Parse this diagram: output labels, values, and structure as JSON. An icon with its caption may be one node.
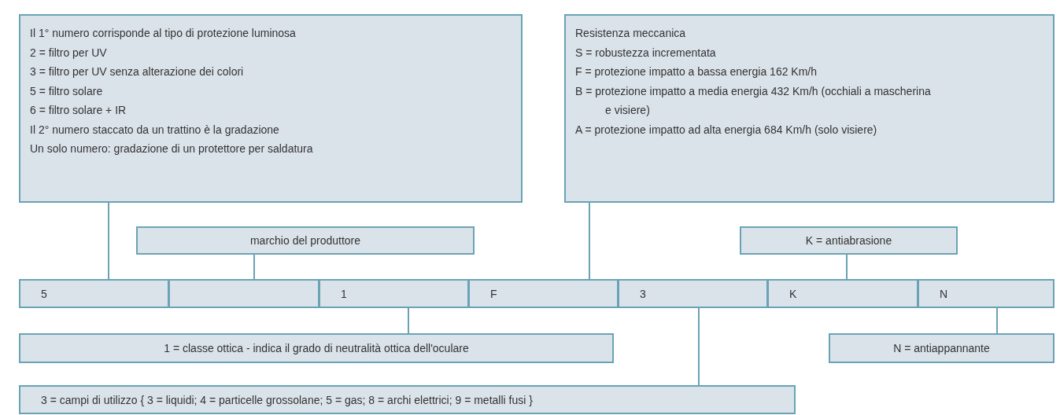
{
  "diagram": {
    "nodes": [
      {
        "text": [
          "Il 1° numero corrisponde al tipo di protezione luminosa",
          "2 = filtro per UV",
          "3 = filtro per UV senza alterazione dei colori",
          "5 = filtro solare",
          "6 = filtro solare + IR",
          "Il 2° numero staccato da un trattino è la gradazione",
          "Un solo numero: gradazione di un protettore per saldatura"
        ]
      },
      {
        "text": [
          "Resistenza meccanica",
          "S = robustezza incrementata",
          "F = protezione impatto a bassa energia 162 Km/h",
          "B = protezione impatto a media energia 432 Km/h (occhiali a mascherina e visiere)",
          "A = protezione impatto ad alta energia 684 Km/h (solo visiere)"
        ]
      },
      {
        "text": [
          "marchio del produttore"
        ]
      },
      {
        "text": [
          "K = antiabrasione"
        ]
      },
      {
        "text": [
          "5"
        ]
      },
      {
        "text": [],
        "shape": "box"
      },
      {
        "text": [
          "1"
        ]
      },
      {
        "text": [
          "F"
        ]
      },
      {
        "text": [
          "3"
        ]
      },
      {
        "text": [
          "K"
        ]
      },
      {
        "text": [
          "N"
        ]
      },
      {
        "text": [
          "1 = classe ottica - indica il grado di neutralità ottica dell'oculare"
        ]
      },
      {
        "text": [
          "N = antiappannante"
        ]
      },
      {
        "text": [
          "3 = campi di utilizzo { 3 = liquidi; 4 = particelle grossolane; 5 = gas; 8 = archi elettrici; 9 = metalli fusi }"
        ]
      }
    ],
    "edges": [
      {
        "from": 0,
        "to": 4,
        "arrow": "none"
      },
      {
        "from": 2,
        "to": 5,
        "arrow": "none"
      },
      {
        "from": 1,
        "to": 7,
        "arrow": "none"
      },
      {
        "from": 3,
        "to": 9,
        "arrow": "none"
      },
      {
        "from": 6,
        "to": 11,
        "arrow": "none"
      },
      {
        "from": 8,
        "to": 13,
        "arrow": "none"
      },
      {
        "from": 10,
        "to": 12,
        "arrow": "none"
      }
    ]
  }
}
